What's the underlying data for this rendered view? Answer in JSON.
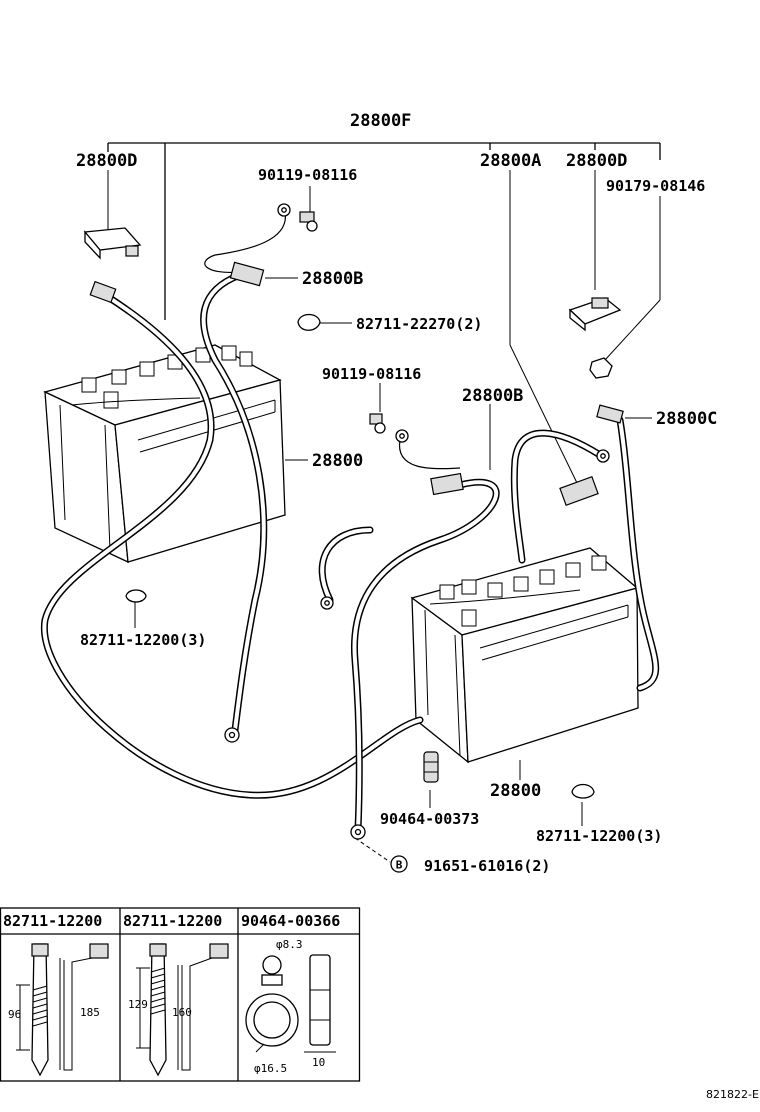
{
  "parts": {
    "assembly": "28800F",
    "cover_left": "28800D",
    "cable_neg": "28800A",
    "cover_right": "28800D",
    "bolt_top": "90119-08116",
    "nut_right": "90179-08146",
    "terminal_top": "28800B",
    "clamp_top": "82711-22270(2)",
    "bolt_mid": "90119-08116",
    "terminal_mid": "28800B",
    "cable_c": "28800C",
    "battery_left": "28800",
    "clip_left": "82711-12200(3)",
    "battery_right": "28800",
    "clip_bottom": "90464-00373",
    "clip_right": "82711-12200(3)",
    "ref_marker": "B",
    "bolt_ref": "91651-61016(2)"
  },
  "details": [
    {
      "header": "82711-12200",
      "dim_a": "96",
      "dim_b": "185"
    },
    {
      "header": "82711-12200",
      "dim_a": "129",
      "dim_b": "160"
    },
    {
      "header": "90464-00366",
      "dim_a": "φ8.3",
      "dim_b": "φ16.5",
      "dim_c": "10"
    }
  ],
  "diagram_code": "821822-E"
}
